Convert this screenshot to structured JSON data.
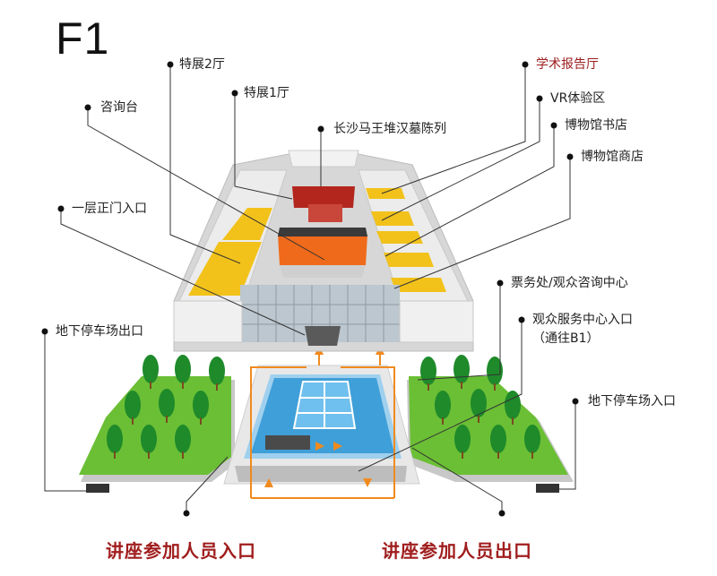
{
  "floor_label": "F1",
  "labels": {
    "special_exhibit_2": "特展2厅",
    "special_exhibit_1": "特展1厅",
    "info_desk": "咨询台",
    "changsha_mawangdui": "长沙马王堆汉墓陈列",
    "main_entrance": "一层正门入口",
    "parking_exit": "地下停车场出口",
    "academic_hall": "学术报告厅",
    "vr_zone": "VR体验区",
    "museum_bookstore": "博物馆书店",
    "museum_shop": "博物馆商店",
    "ticket_office": "票务处/观众咨询中心",
    "visitor_center_entrance": "观众服务中心入口",
    "visitor_center_note": "（通往B1）",
    "parking_entrance": "地下停车场入口",
    "lecture_entrance": "讲座参加人员入口",
    "lecture_exit": "讲座参加人员出口"
  },
  "colors": {
    "exhibit_yellow": "#f2c21b",
    "mawangdui_red": "#b3261e",
    "central_orange": "#ef6a1a",
    "water_blue": "#3f9fd8",
    "lawn_green": "#6bbf35",
    "route_orange": "#f08a1e",
    "accent_red": "#a01d1d"
  }
}
